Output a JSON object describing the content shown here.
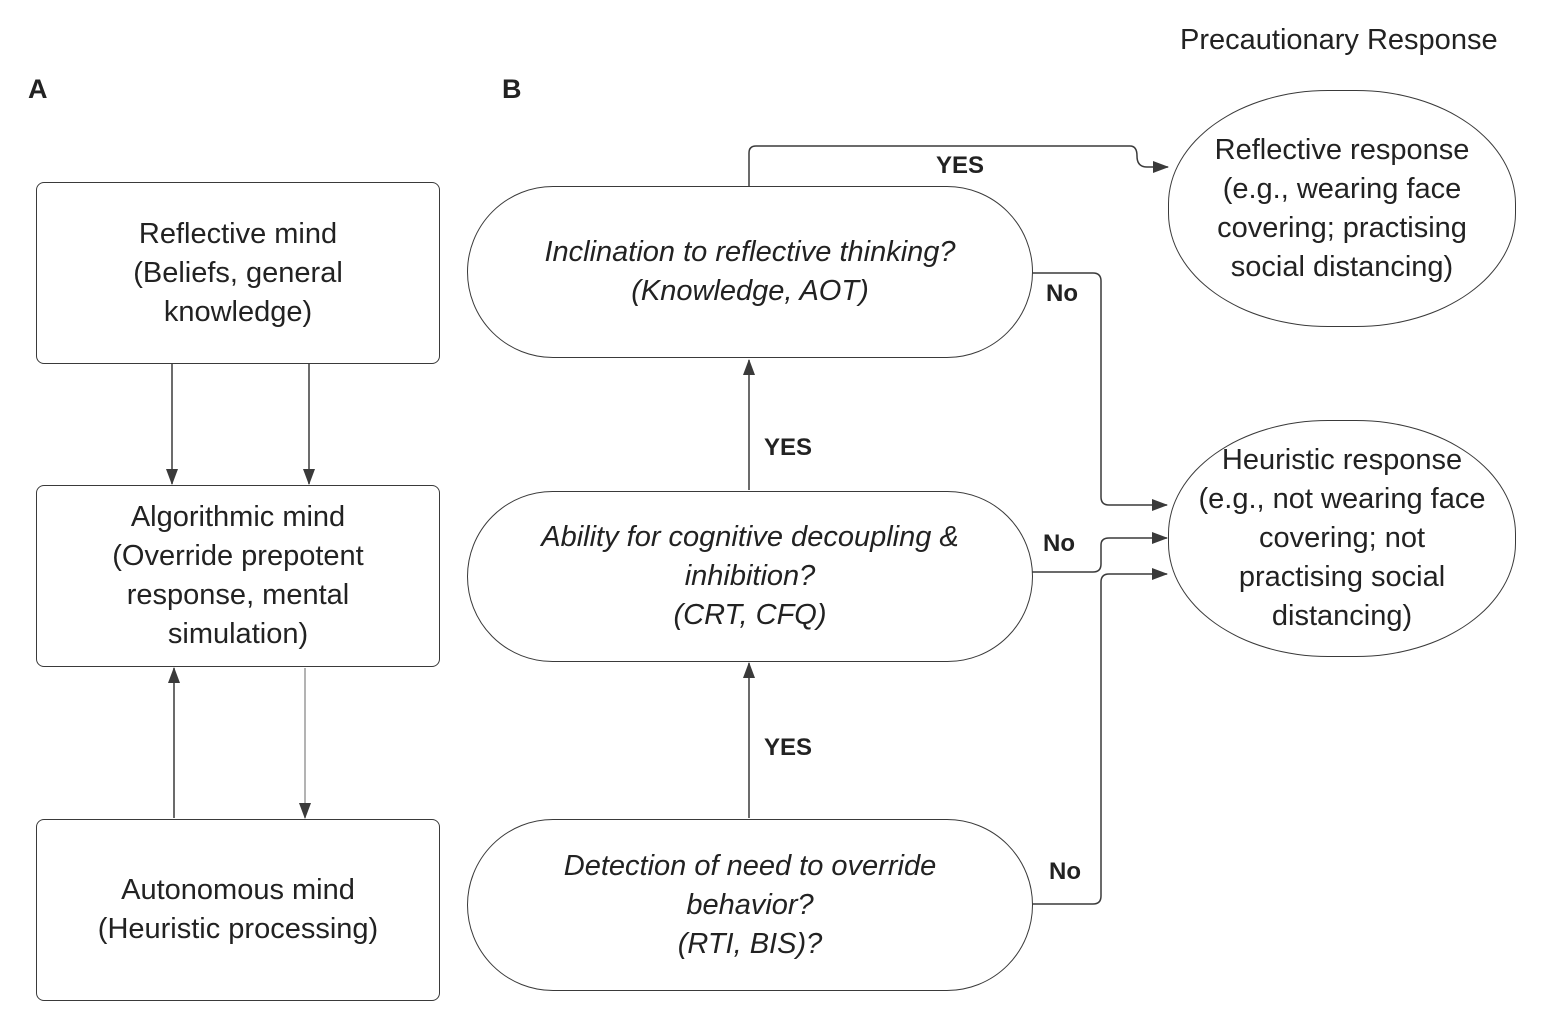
{
  "panels": {
    "a_label": "A",
    "b_label": "B"
  },
  "header": {
    "precautionary": "Precautionary Response"
  },
  "panel_a": {
    "reflective": {
      "lines": [
        "Reflective mind",
        "(Beliefs, general",
        "knowledge)"
      ]
    },
    "algorithmic": {
      "lines": [
        "Algorithmic mind",
        "(Override prepotent",
        "response, mental",
        "simulation)"
      ]
    },
    "autonomous": {
      "lines": [
        "Autonomous mind",
        "(Heuristic processing)"
      ]
    }
  },
  "panel_b": {
    "inclination": {
      "lines": [
        "Inclination to reflective thinking?",
        "(Knowledge, AOT)"
      ]
    },
    "ability": {
      "lines": [
        "Ability for cognitive decoupling &",
        "inhibition?",
        "(CRT, CFQ)"
      ]
    },
    "detection": {
      "lines": [
        "Detection of need to override",
        "behavior?",
        "(RTI, BIS)?"
      ]
    },
    "reflective_response": {
      "lines": [
        "Reflective response",
        "(e.g., wearing face",
        "covering; practising",
        "social distancing)"
      ]
    },
    "heuristic_response": {
      "lines": [
        "Heuristic response",
        "(e.g., not wearing face",
        "covering; not",
        "practising social",
        "distancing)"
      ]
    }
  },
  "edge_labels": {
    "yes_top": "YES",
    "yes_mid": "YES",
    "yes_low": "YES",
    "no_top": "No",
    "no_mid": "No",
    "no_low": "No"
  },
  "colors": {
    "stroke": "#3a3a3a",
    "text": "#222222",
    "light_arrow": "#9a9a9a"
  }
}
